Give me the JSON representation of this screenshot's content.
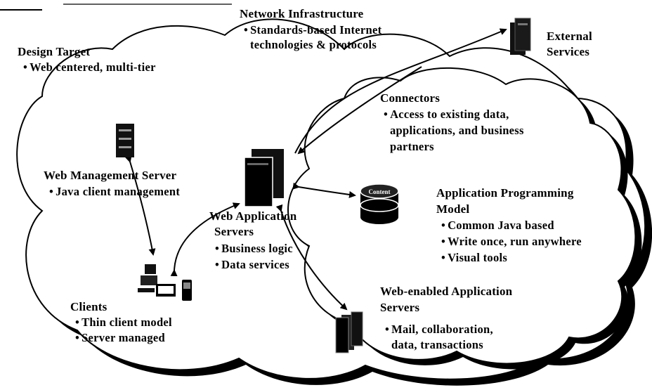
{
  "network": {
    "title": "Network Infrastructure",
    "bullets": [
      "Standards-based Internet",
      "technologies & protocols"
    ]
  },
  "design_target": {
    "title": "Design Target",
    "bullets": [
      "Web centered, multi-tier"
    ]
  },
  "external": {
    "lines": [
      "External",
      "Services"
    ]
  },
  "connectors": {
    "title": "Connectors",
    "bullets": [
      "Access to existing data,",
      "applications, and business",
      "partners"
    ]
  },
  "wms": {
    "title": "Web Management Server",
    "bullets": [
      "Java client management"
    ]
  },
  "was": {
    "lines": [
      "Web Application",
      "Servers"
    ],
    "bullets": [
      "Business logic",
      "Data services"
    ]
  },
  "apm": {
    "lines": [
      "Application Programming",
      "Model"
    ],
    "bullets": [
      "Common Java based",
      "Write once, run anywhere",
      "Visual tools"
    ]
  },
  "clients": {
    "title": "Clients",
    "bullets": [
      "Thin client model",
      "Server managed"
    ]
  },
  "weas": {
    "lines": [
      "Web-enabled Application",
      "Servers"
    ],
    "bullets": [
      "Mail, collaboration,",
      "data, transactions"
    ]
  },
  "database": {
    "label": "Content"
  }
}
